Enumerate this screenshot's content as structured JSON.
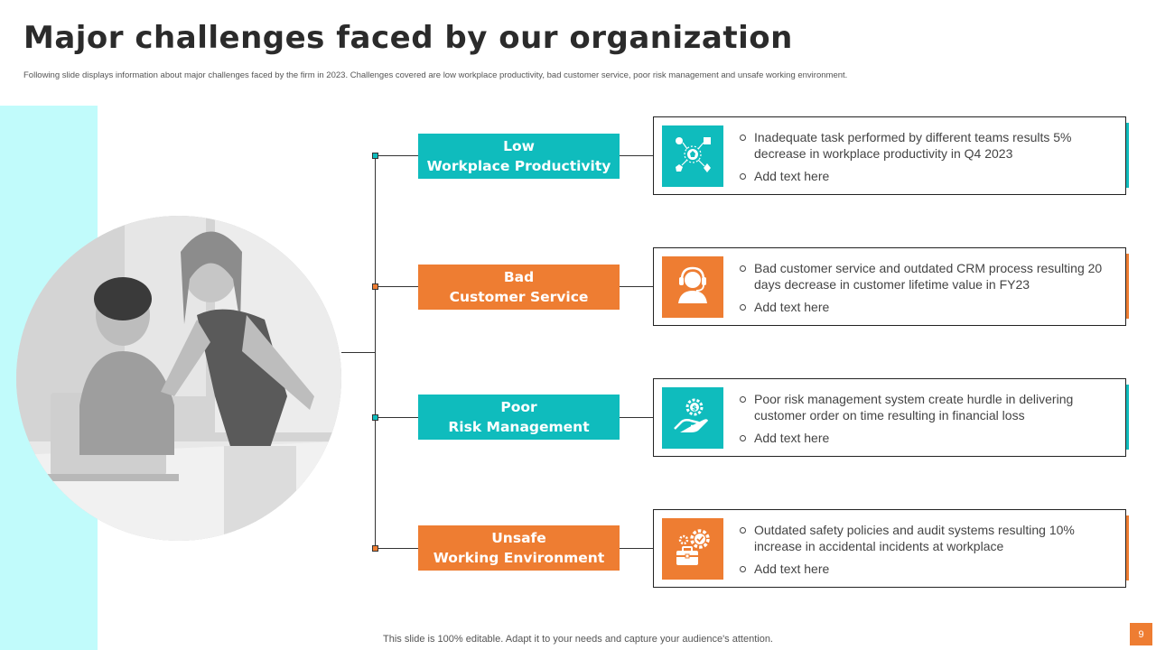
{
  "title": "Major challenges faced by our organization",
  "subtitle": "Following slide displays information about major challenges faced by the firm in 2023. Challenges covered are low workplace productivity, bad customer service, poor risk management and unsafe working environment.",
  "colors": {
    "teal": "#0fbcbd",
    "orange": "#ee7d32",
    "band": "#c1fbfb"
  },
  "challenges": [
    {
      "label_line1": "Low",
      "label_line2": "Workplace Productivity",
      "icon": "network-icon",
      "bullet1": "Inadequate task performed by different teams results 5% decrease in workplace productivity in Q4 2023",
      "bullet2": "Add text here"
    },
    {
      "label_line1": "Bad",
      "label_line2": "Customer Service",
      "icon": "headset-agent-icon",
      "bullet1": "Bad customer service and outdated CRM process resulting 20 days decrease in customer lifetime value in FY23",
      "bullet2": "Add text here"
    },
    {
      "label_line1": "Poor",
      "label_line2": "Risk Management",
      "icon": "hand-coin-gear-icon",
      "bullet1": "Poor risk management system create hurdle in delivering customer order on time resulting in financial loss",
      "bullet2": "Add text here"
    },
    {
      "label_line1": "Unsafe",
      "label_line2": "Working Environment",
      "icon": "briefcase-gear-icon",
      "bullet1": "Outdated safety policies and audit systems resulting 10% increase in accidental incidents at workplace",
      "bullet2": "Add text here"
    }
  ],
  "footer": "This slide is 100% editable. Adapt it to your needs and capture your audience's attention.",
  "page_number": "9"
}
